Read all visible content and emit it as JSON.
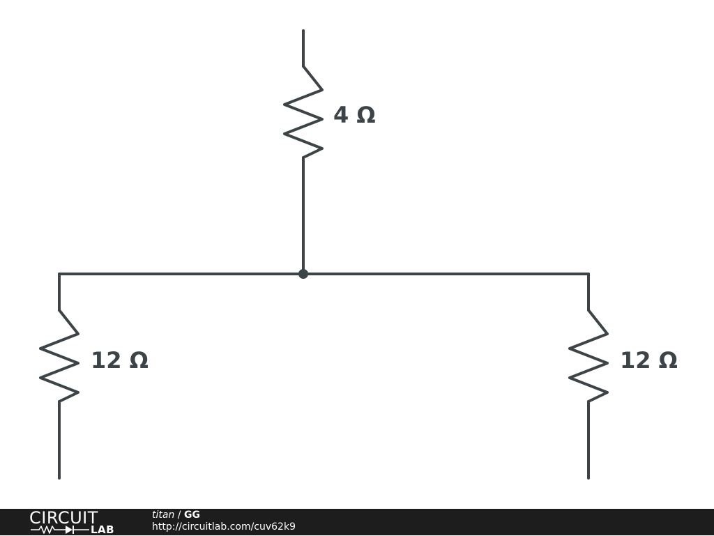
{
  "diagram": {
    "resistors": {
      "r_top": {
        "label": "4 Ω"
      },
      "r_left": {
        "label": "12 Ω"
      },
      "r_right": {
        "label": "12 Ω"
      }
    }
  },
  "footer": {
    "logo_top": "CIRCUIT",
    "logo_bottom": "LAB",
    "author": "titan",
    "separator": " / ",
    "circuit_name": "GG",
    "url": "http://circuitlab.com/cuv62k9"
  },
  "colors": {
    "wire": "#3c4448",
    "footer_bg": "#1d1d1d",
    "footer_text": "#ffffff"
  }
}
